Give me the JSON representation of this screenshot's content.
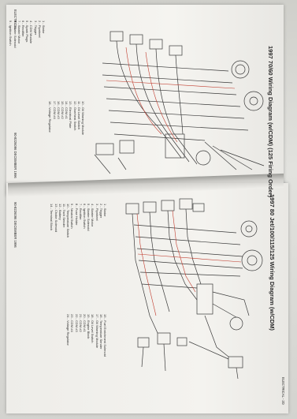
{
  "top_page": {
    "title": "1997 70/60 Wiring Diagram (w/CDM) (125 Firing Order)",
    "footer_left": "90-8226096 DECEMBER 1996",
    "header_left": "ELECTRICAL",
    "legend_left": [
      "1 - Stator",
      "2 - Flywheel",
      "3 - Trigger",
      "4 - CDM Module",
      "5 - Spark Plugs",
      "6 - Rectifier",
      "7 - Starter Motor",
      "8 - Starter Solenoid",
      "9 - Ignition Switch"
    ],
    "legend_right": [
      "10 - Oil Warning Module",
      "11 - Oil Level Switch",
      "12 - Overheat Switch",
      "13 - Electrical Plate",
      "14 - CDM #1",
      "15 - CDM #2",
      "16 - CDM #3",
      "17 - CDM #4",
      "18 - Voltage Regulator"
    ]
  },
  "bottom_page": {
    "title": "1997 80 Jet/100/115/125 Wiring Diagram (w/CDM)",
    "footer_left": "90-8226096 DECEMBER 1996",
    "footer_right": "ELECTRICAL - 2D",
    "legend_left": [
      "1 - Stator",
      "2 - Trigger",
      "3 - Flywheel",
      "4 - Starter Motor",
      "5 - Starter Solenoid",
      "6 - Ignition Switch",
      "7 - Rectifier",
      "8 - Fuse Holder",
      "9 - Neutral Switch",
      "10 - Temperature Switch",
      "11 - Tach Sender",
      "12 - Battery",
      "13 - Choke Solenoid",
      "14 - Terminal Block"
    ],
    "legend_right": [
      "15 - Fuel Enrichment Solenoid",
      "16 - Temperature Sender",
      "17 - Oil Warning Module",
      "18 - Oil Level Switch",
      "19 - Engine Block",
      "20 - CDM #1",
      "21 - CDM #2",
      "22 - CDM #3",
      "23 - CDM #4",
      "24 - Voltage Regulator"
    ]
  },
  "colors": {
    "paper": "#f3f2ee",
    "ink": "#2a2a2a",
    "wire_red": "#c0392b",
    "wire_dark": "#3a3a3a",
    "background": "#d3d3cf"
  }
}
